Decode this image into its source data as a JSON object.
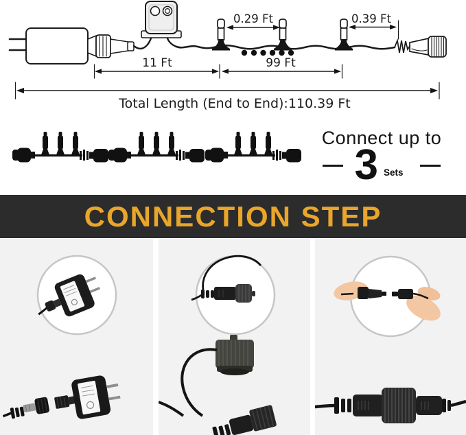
{
  "length_diagram": {
    "bulb_gap_label": "0.29 Ft",
    "end_gap_label": "0.39 Ft",
    "lead_label": "11 Ft",
    "string_label": "99 Ft",
    "total_label": "Total Length (End to End):110.39 Ft"
  },
  "connect_sets": {
    "line1": "Connect up to",
    "number": "3",
    "unit": "Sets"
  },
  "banner": {
    "title": "CONNECTION STEP"
  },
  "colors": {
    "banner_bg": "#2C2C2C",
    "banner_text": "#E9A62B",
    "panel_bg": "#F2F2F2",
    "line_art": "#1B1B1B",
    "skin_tone": "#F2C7A2"
  },
  "icons": {
    "step1": "adapter-connection-photo",
    "step2": "cap-and-plug-photo",
    "step3": "connector-join-photo"
  }
}
